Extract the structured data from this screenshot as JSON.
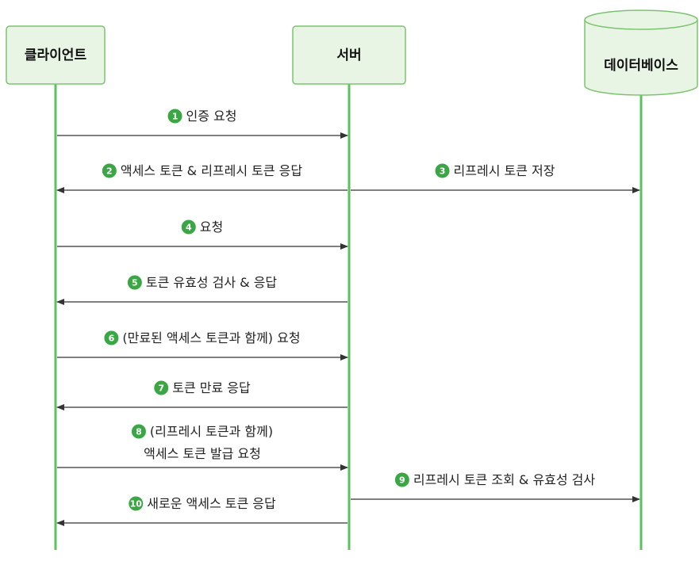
{
  "colors": {
    "lifeline": "#5cc15f",
    "box_fill": "#e9f5e4",
    "box_stroke": "#7cc36f",
    "badge": "#3aa644",
    "arrow": "#333333"
  },
  "actors": {
    "client": "클라이언트",
    "server": "서버",
    "database": "데이터베이스"
  },
  "messages": [
    {
      "num": "1",
      "text": "인증 요청",
      "text2": "",
      "from": "client",
      "to": "server"
    },
    {
      "num": "2",
      "text": "액세스 토큰 & 리프레시 토큰 응답",
      "text2": "",
      "from": "server",
      "to": "client"
    },
    {
      "num": "3",
      "text": "리프레시 토큰 저장",
      "text2": "",
      "from": "server",
      "to": "database"
    },
    {
      "num": "4",
      "text": "요청",
      "text2": "",
      "from": "client",
      "to": "server"
    },
    {
      "num": "5",
      "text": "토큰 유효성 검사 & 응답",
      "text2": "",
      "from": "server",
      "to": "client"
    },
    {
      "num": "6",
      "text": "(만료된 액세스 토큰과 함께) 요청",
      "text2": "",
      "from": "client",
      "to": "server"
    },
    {
      "num": "7",
      "text": "토큰 만료 응답",
      "text2": "",
      "from": "server",
      "to": "client"
    },
    {
      "num": "8",
      "text": "(리프레시 토큰과 함께)",
      "text2": "액세스 토큰 발급 요청",
      "from": "client",
      "to": "server"
    },
    {
      "num": "9",
      "text": "리프레시 토큰 조회 & 유효성 검사",
      "text2": "",
      "from": "server",
      "to": "database"
    },
    {
      "num": "10",
      "text": "새로운 액세스 토큰 응답",
      "text2": "",
      "from": "server",
      "to": "client"
    }
  ]
}
